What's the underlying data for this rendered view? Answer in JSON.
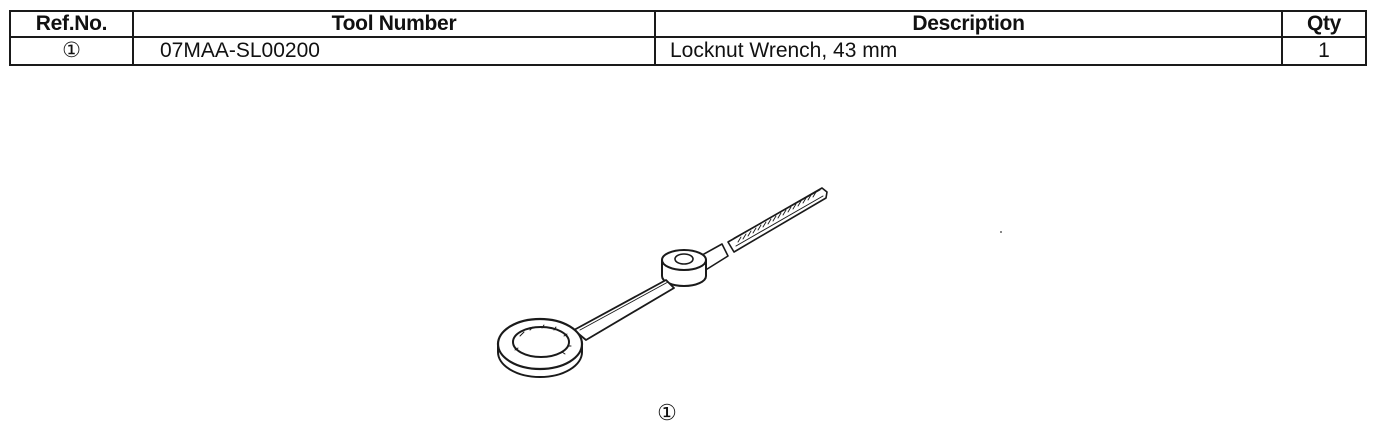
{
  "table": {
    "headers": {
      "ref_no": "Ref.No.",
      "tool_number": "Tool Number",
      "description": "Description",
      "qty": "Qty"
    },
    "rows": [
      {
        "ref_no": "①",
        "tool_number": "07MAA-SL00200",
        "description": "Locknut Wrench, 43 mm",
        "qty": "1"
      }
    ]
  },
  "figure": {
    "icon": "locknut-wrench-illustration",
    "callout": "①"
  }
}
